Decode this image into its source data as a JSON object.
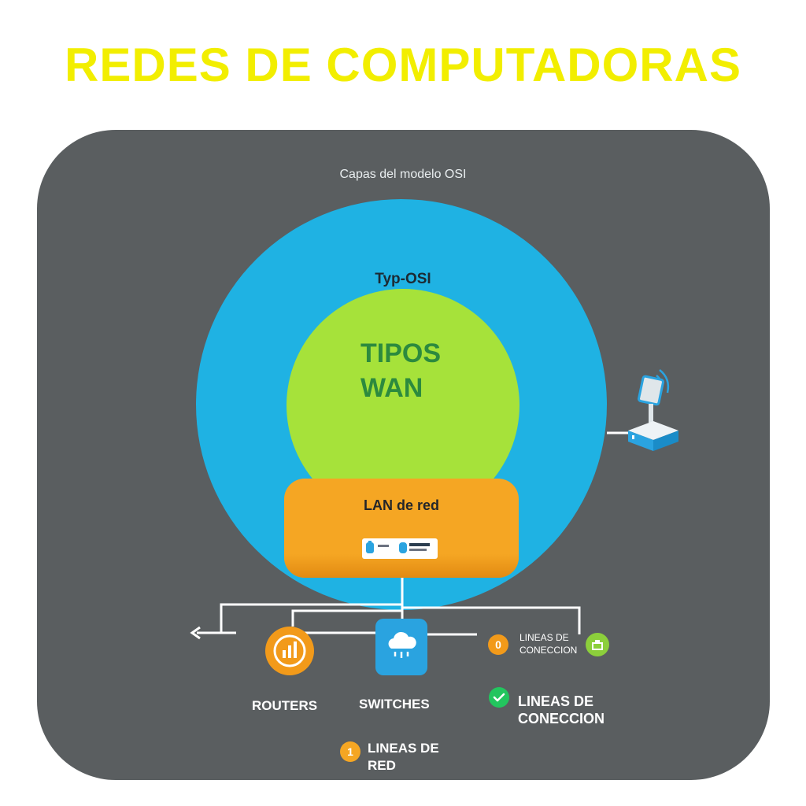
{
  "header": {
    "title": "REDES DE COMPUTADORAS"
  },
  "diagram": {
    "panel_title": "Capas del modelo OSI",
    "outer_layer": {
      "label": "Typ-OSI",
      "color": "#1fb2e3"
    },
    "inner_layer": {
      "line1": "TIPOS",
      "line2": "WAN",
      "color": "#a6e23a",
      "text_color": "#2c8a3e"
    },
    "lan_box": {
      "label": "LAN de red",
      "color": "#f5a623"
    },
    "nodes": {
      "routers": {
        "label": "ROUTERS",
        "icon": "bar-chart-icon"
      },
      "switches": {
        "label": "SWITCHES",
        "icon": "cloud-icon"
      },
      "lineas_small": {
        "badge": "0",
        "line1": "LINEAS DE",
        "line2": "CONECCION",
        "icon": "printer-icon"
      },
      "lineas_conexion": {
        "line1": "LINEAS DE",
        "line2": "CONECCION",
        "icon": "check-icon"
      },
      "lineas_red": {
        "badge": "1",
        "line1": "LINEAS DE",
        "line2": "RED"
      }
    },
    "colors": {
      "title": "#f2ee00",
      "panel": "#5a5e60",
      "accent_orange": "#f29a1a",
      "accent_green": "#22c55e"
    }
  }
}
